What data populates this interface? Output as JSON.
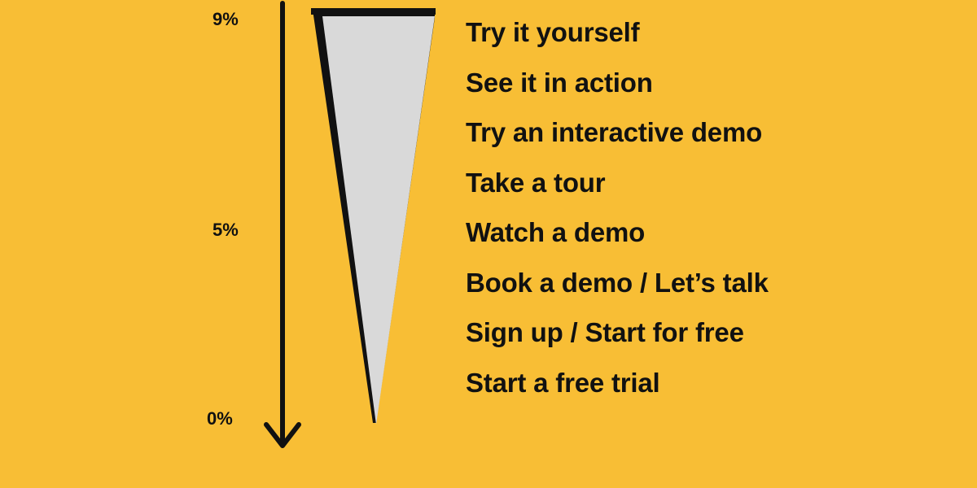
{
  "colors": {
    "background": "#F8BE35",
    "ink": "#111111",
    "funnel_fill": "#D9D9D9"
  },
  "axis": {
    "direction": "down",
    "tick_labels": [
      "9%",
      "5%",
      "0%"
    ]
  },
  "funnel": {
    "shape": "inverted-triangle",
    "top_value": "9%",
    "bottom_value": "0%"
  },
  "cta_phrases": [
    "Try it yourself",
    "See it in action",
    "Try an interactive demo",
    "Take a tour",
    "Watch a demo",
    "Book a demo / Let’s talk",
    "Sign up / Start for free",
    "Start a free trial"
  ]
}
